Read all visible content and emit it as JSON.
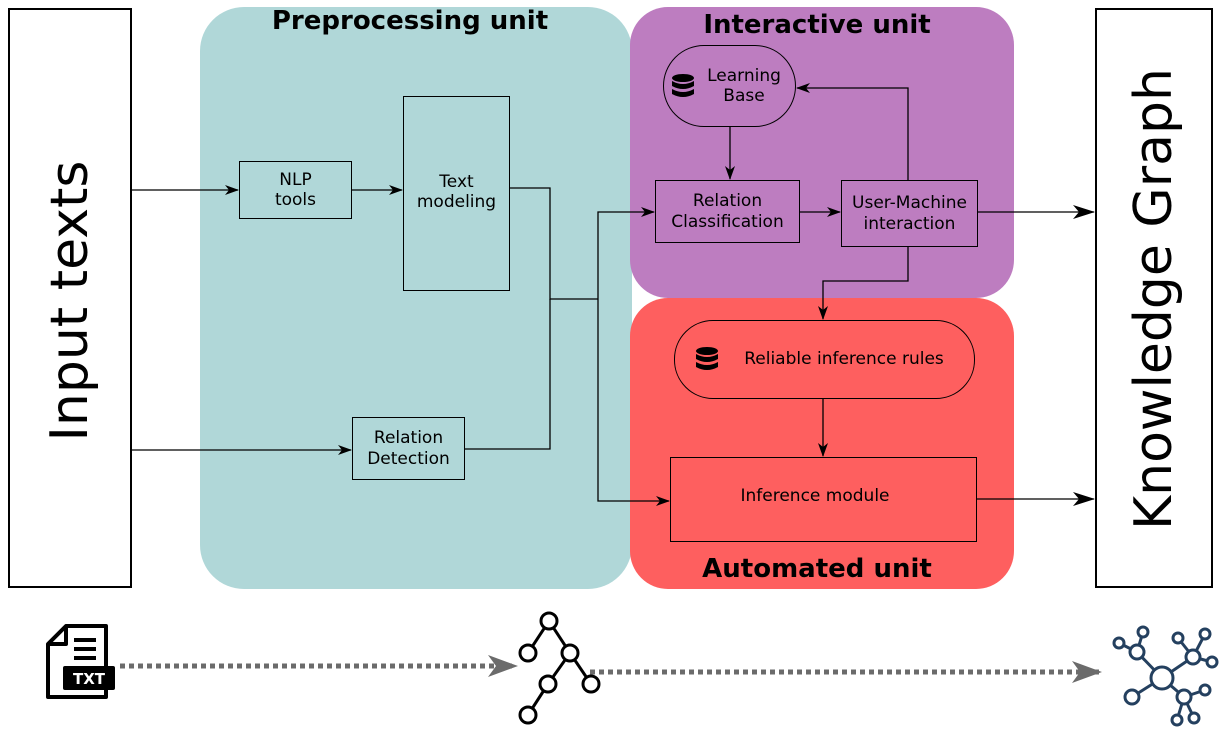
{
  "units": {
    "preprocessing": {
      "title": "Preprocessing unit",
      "color": "#b0d7d8"
    },
    "interactive": {
      "title": "Interactive unit",
      "color": "#bd7dc0"
    },
    "automated": {
      "title": "Automated unit",
      "color": "#fe5f5f"
    }
  },
  "nodes": {
    "input_texts": "Input texts",
    "knowledge_graph": "Knowledge Graph",
    "nlp_tools": [
      "NLP",
      "tools"
    ],
    "text_modeling": [
      "Text",
      "modeling"
    ],
    "relation_detection": [
      "Relation",
      "Detection"
    ],
    "learning_base": [
      "Learning",
      "Base"
    ],
    "relation_classification": [
      "Relation",
      "Classification"
    ],
    "user_machine_interaction": [
      "User-Machine",
      "interaction"
    ],
    "reliable_inference_rules": "Reliable inference rules",
    "inference_module": "Inference module"
  },
  "icons": {
    "txt_file": "TXT",
    "database": "database-icon",
    "tree": "tree-icon",
    "graph": "graph-icon",
    "graph_color": "#24405f",
    "dotted_arrow_color": "#6b6b6b"
  }
}
